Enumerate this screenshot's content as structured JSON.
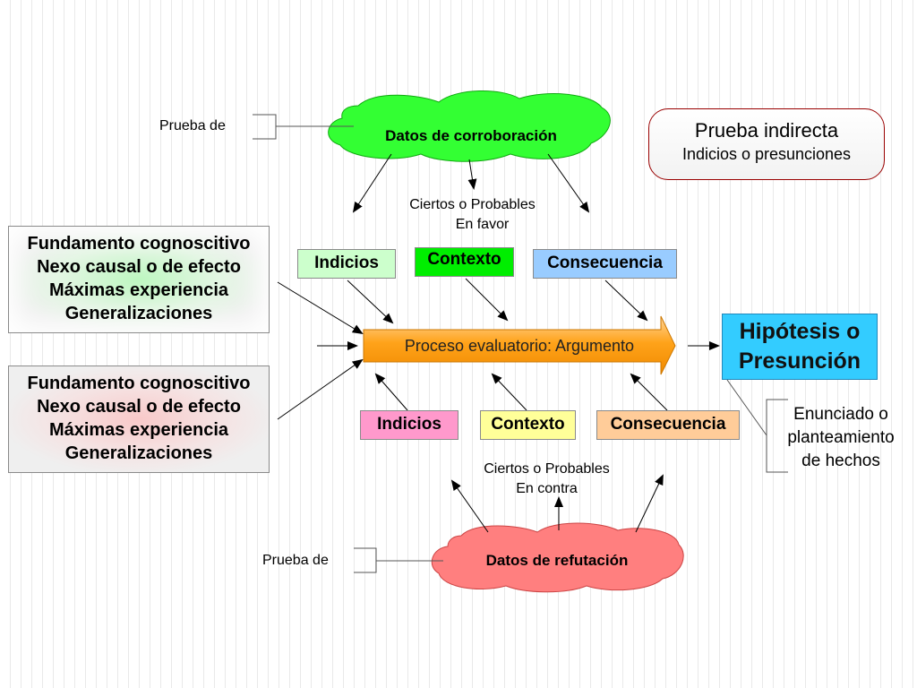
{
  "title": {
    "main": "Prueba indirecta",
    "sub": "Indicios o presunciones"
  },
  "top": {
    "cloud_label": "Datos de corroboración",
    "prueba_de": "Prueba de",
    "ciertos_line1": "Ciertos o Probables",
    "ciertos_line2": "En favor",
    "indicios": "Indicios",
    "contexto": "Contexto",
    "consecuencia": "Consecuencia"
  },
  "bottom": {
    "cloud_label": "Datos de refutación",
    "prueba_de": "Prueba de",
    "ciertos_line1": "Ciertos o Probables",
    "ciertos_line2": "En contra",
    "indicios": "Indicios",
    "contexto": "Contexto",
    "consecuencia": "Consecuencia"
  },
  "fundamento_top": {
    "lines": [
      "Fundamento cognoscitivo",
      "Nexo causal o de efecto",
      "Máximas experiencia",
      "Generalizaciones"
    ]
  },
  "fundamento_bottom": {
    "lines": [
      "Fundamento cognoscitivo",
      "Nexo causal o de efecto",
      "Máximas experiencia",
      "Generalizaciones"
    ]
  },
  "proceso": "Proceso evaluatorio: Argumento",
  "hipotesis": {
    "line1": "Hipótesis o",
    "line2": "Presunción"
  },
  "enunciado": {
    "line1": "Enunciado o",
    "line2": "planteamiento",
    "line3": "de hechos"
  },
  "colors": {
    "green_cloud": "#33ff33",
    "red_cloud": "#ff7f7f",
    "indicios_top": "#ccffcc",
    "contexto_top": "#00ee00",
    "consecuencia_top": "#99ccff",
    "indicios_bottom": "#ff99cc",
    "contexto_bottom": "#ffff99",
    "consecuencia_bottom": "#ffcc99",
    "proceso": "#ff9900",
    "hipotesis": "#33ccff",
    "title_border": "#990000"
  }
}
